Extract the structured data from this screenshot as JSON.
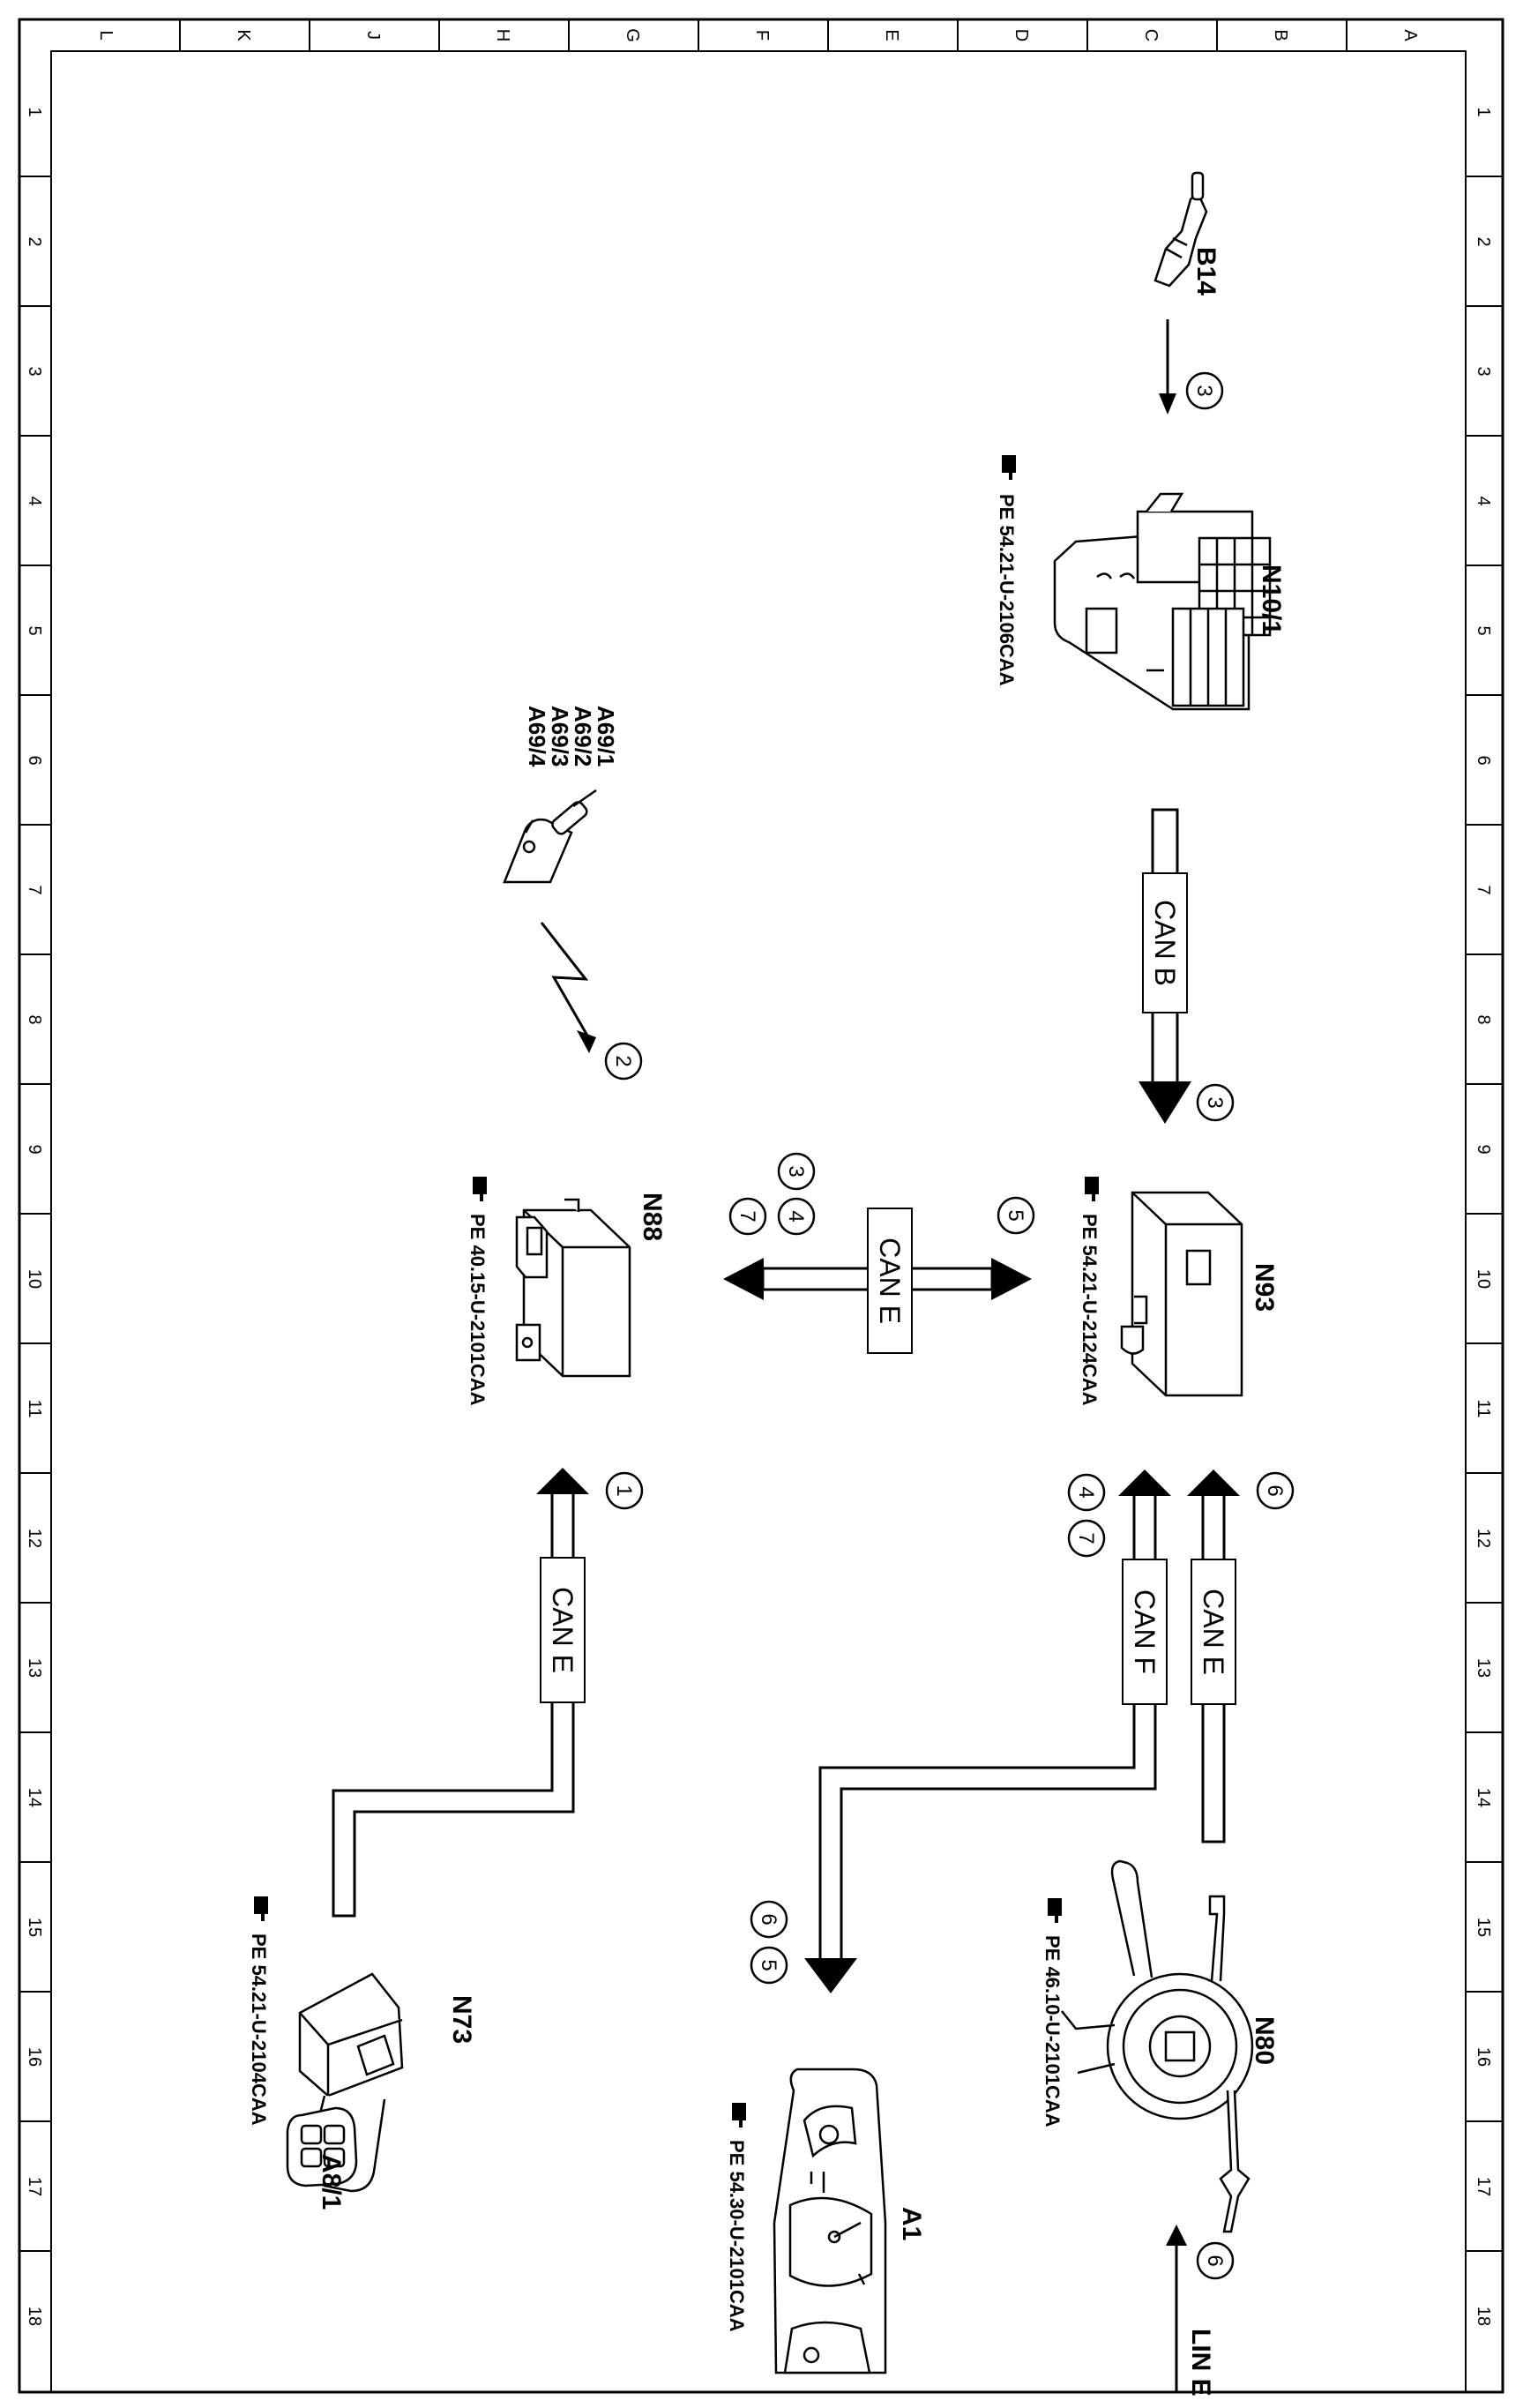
{
  "grid": {
    "columns": [
      "L",
      "K",
      "J",
      "H",
      "G",
      "F",
      "E",
      "D",
      "C",
      "B",
      "A"
    ],
    "rows": [
      "1",
      "2",
      "3",
      "4",
      "5",
      "6",
      "7",
      "8",
      "9",
      "10",
      "11",
      "12",
      "13",
      "14",
      "15",
      "16",
      "17",
      "18"
    ]
  },
  "components": {
    "b14": {
      "label": "B14"
    },
    "n10_1": {
      "label": "N10/1",
      "ref": "PE  54.21-U-2106CAA"
    },
    "a69": {
      "labels": [
        "A69/1",
        "A69/2",
        "A69/3",
        "A69/4"
      ]
    },
    "n93": {
      "label": "N93",
      "ref": "PE  54.21-U-2124CAA"
    },
    "n88": {
      "label": "N88",
      "ref": "PE  40.15-U-2101CAA"
    },
    "n80": {
      "label": "N80",
      "ref": "PE  46.10-U-2101CAA"
    },
    "n73": {
      "label": "N73",
      "ref": "PE  54.21-U-2104CAA"
    },
    "a8_1": {
      "label": "A8/1"
    },
    "a1": {
      "label": "A1",
      "ref": "PE  54.30-U-2101CAA"
    }
  },
  "buses": {
    "can_b": "CAN B",
    "can_e_main": "CAN E",
    "can_e_n88": "CAN E",
    "can_e_n80": "CAN E",
    "can_f": "CAN F",
    "lin_e": "LIN E"
  },
  "steps": {
    "b14_arrow": "3",
    "can_b": "3",
    "a69_signal": "2",
    "can_e_main_1": "3",
    "can_e_main_2": "4",
    "can_e_main_3": "7",
    "can_e_main_4": "5",
    "n73_can": "1",
    "n80_can": "6",
    "n93_can_f_1": "4",
    "n93_can_f_2": "7",
    "a1_1": "6",
    "a1_2": "5",
    "lin": "6"
  }
}
